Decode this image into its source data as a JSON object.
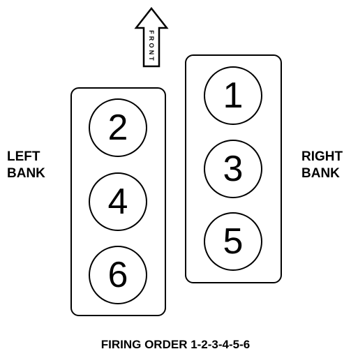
{
  "front_label": [
    "F",
    "R",
    "O",
    "N",
    "T"
  ],
  "left_bank": {
    "label_line1": "LEFT",
    "label_line2": "BANK",
    "cylinders": [
      "2",
      "4",
      "6"
    ]
  },
  "right_bank": {
    "label_line1": "RIGHT",
    "label_line2": "BANK",
    "cylinders": [
      "1",
      "3",
      "5"
    ]
  },
  "firing_order": "FIRING ORDER 1-2-3-4-5-6"
}
